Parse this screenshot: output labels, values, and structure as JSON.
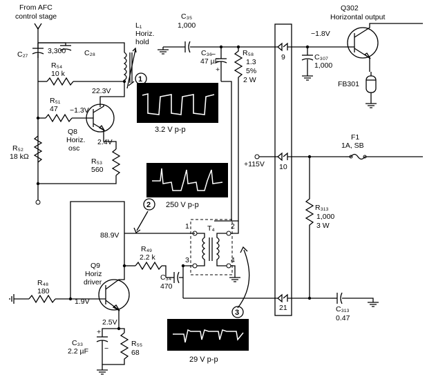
{
  "labels": {
    "afc_source": [
      "From AFC",
      "control stage"
    ],
    "q302_name": "Q302",
    "q302_desc": "Horizontal output",
    "l1": "L₁",
    "l1_desc": [
      "Horiz.",
      "hold"
    ],
    "c27": "C₂₇",
    "c28": "C₂₈",
    "c28_val": "3,300",
    "r54": "R₅₄",
    "r54_val": "10 k",
    "r51": "R₅₁",
    "r51_val": "47",
    "v_22_3": "22.3V",
    "v_neg_1_3": "−1.3V",
    "q8": [
      "Q8",
      "Horiz.",
      "osc"
    ],
    "v_2_4": "2.4V",
    "r52": "R₅₂",
    "r52_val": "18 kΩ",
    "r53": "R₅₃",
    "r53_val": "560",
    "c35": "C₃₅",
    "c35_val": "1,000",
    "c36": "C₃₆",
    "c36_val": "47 µF",
    "r58": "R₅₈",
    "r58_val": [
      "1.3",
      "5%",
      "2 W"
    ],
    "scope1": "3.2 V p-p",
    "scope2": "250 V p-p",
    "scope3": "29 V p-p",
    "pin9": "9",
    "pin10": "10",
    "pin21": "21",
    "v_neg_1_8": "−1.8V",
    "c307": "C₃₀₇",
    "c307_val": "1,000",
    "fb301": "FB301",
    "f1": "F1",
    "f1_val": "1A, SB",
    "v_115": "+115V",
    "r313": "R₃₁₃",
    "r313_val": [
      "1,000",
      "3 W"
    ],
    "c313": "C₃₁₃",
    "c313_val": "0.47",
    "v_88_9": "88.9V",
    "t4": "T₄",
    "t_pin1": "1",
    "t_pin2": "2",
    "t_pin3": "3",
    "t_pin4": "4",
    "r49": "R₄₉",
    "r49_val": "2.2 k",
    "c34": "C₃₄",
    "c34_val": "470",
    "r48": "R₄₈",
    "r48_val": "180",
    "v_1_9": "1.9V",
    "q9": [
      "Q9",
      "Horiz",
      "driver"
    ],
    "v_2_5": "2.5V",
    "c33": "C₃₃",
    "c33_val": "2.2 µF",
    "r55": "R₅₅",
    "r55_val": "68",
    "callout1": "1",
    "callout2": "2",
    "callout3": "3"
  }
}
